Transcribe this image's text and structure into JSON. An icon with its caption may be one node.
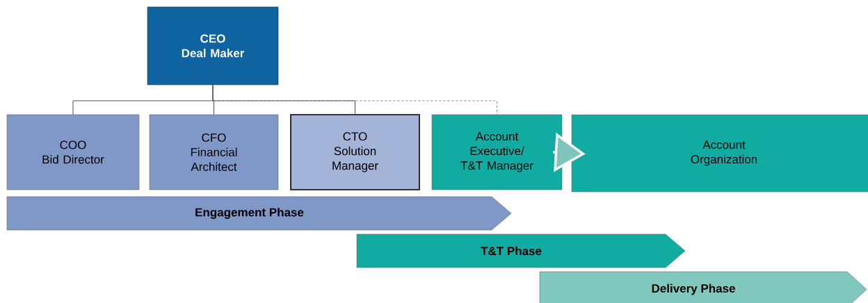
{
  "diagram": {
    "nodes": [
      {
        "text": [
          "CEO",
          "Deal Maker"
        ]
      },
      {
        "text": [
          "COO",
          "Bid Director"
        ]
      },
      {
        "text": [
          "CFO",
          "Financial Architect"
        ]
      },
      {
        "text": [
          "CTO",
          "Solution Manager"
        ]
      },
      {
        "text": [
          "Account Executive/ T&T Manager"
        ]
      },
      {
        "text": [
          "Account Organization"
        ]
      },
      {
        "text": [
          "Engagement Phase"
        ]
      },
      {
        "text": [
          "T&T Phase"
        ]
      },
      {
        "text": [
          "Delivery Phase"
        ]
      }
    ],
    "edges": [
      {
        "from": 0,
        "to": 1,
        "arrow": "none"
      },
      {
        "from": 0,
        "to": 2,
        "arrow": "none"
      },
      {
        "from": 0,
        "to": 3,
        "arrow": "none"
      },
      {
        "from": 0,
        "to": 4,
        "arrow": "none",
        "style": "dashed",
        "color": "#808080"
      },
      {
        "from": 4,
        "to": 5,
        "arrow": "to",
        "style": "thick",
        "color": "#ffffff"
      }
    ]
  }
}
